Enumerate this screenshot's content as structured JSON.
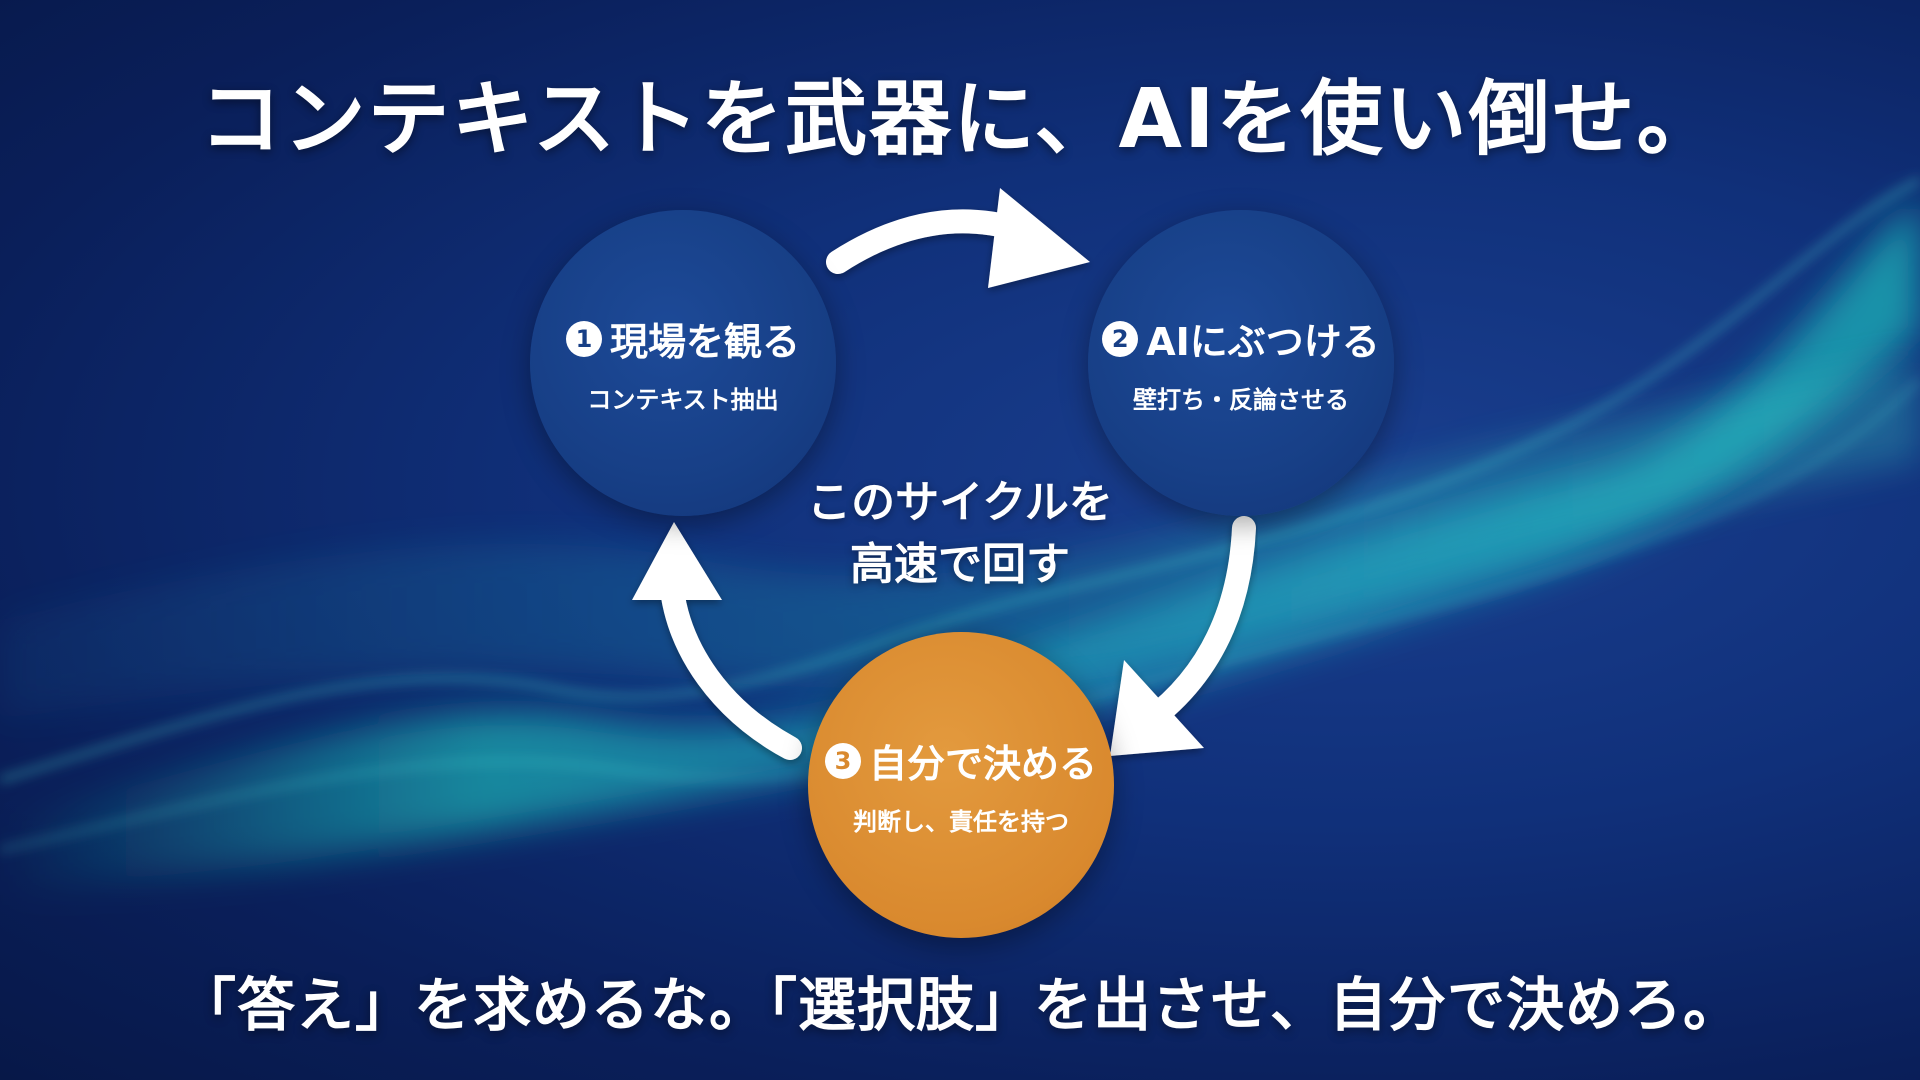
{
  "title": "コンテキストを武器に、AIを使い倒せ。",
  "steps": [
    {
      "num": "1",
      "title": "現場を観る",
      "sub": "コンテキスト抽出"
    },
    {
      "num": "2",
      "title": "AIにぶつける",
      "sub": "壁打ち・反論させる"
    },
    {
      "num": "3",
      "title": "自分で決める",
      "sub": "判断し、責任を持つ"
    }
  ],
  "center": {
    "line1": "このサイクルを",
    "line2": "高速で回す"
  },
  "footer": "「答え」を求めるな。「選択肢」を出させ、自分で決めろ。",
  "colors": {
    "background": "#0a1f5a",
    "step_blue": "#173f86",
    "step_orange": "#d9892e",
    "wave": "#1fd6c8",
    "text": "#ffffff"
  }
}
